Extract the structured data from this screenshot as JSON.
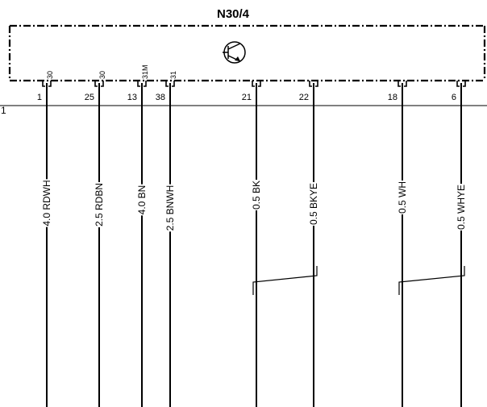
{
  "component": {
    "id": "N30/4",
    "symbol": "transistor-symbol"
  },
  "sheet_line": "1",
  "pins": [
    {
      "pin": "1",
      "terminal": "30",
      "wire": "4.0 RDWH"
    },
    {
      "pin": "25",
      "terminal": "30",
      "wire": "2.5 RDBN"
    },
    {
      "pin": "13",
      "terminal": "31M",
      "wire": "4.0 BN"
    },
    {
      "pin": "38",
      "terminal": "31",
      "wire": "2.5 BNWH"
    },
    {
      "pin": "21",
      "terminal": "",
      "wire": "0.5 BK"
    },
    {
      "pin": "22",
      "terminal": "",
      "wire": "0.5 BKYE"
    },
    {
      "pin": "18",
      "terminal": "",
      "wire": "0.5 WH"
    },
    {
      "pin": "6",
      "terminal": "",
      "wire": "0.5 WHYE"
    }
  ],
  "twisted_pairs": [
    [
      "0.5 BK",
      "0.5 BKYE"
    ],
    [
      "0.5 WH",
      "0.5 WHYE"
    ]
  ]
}
